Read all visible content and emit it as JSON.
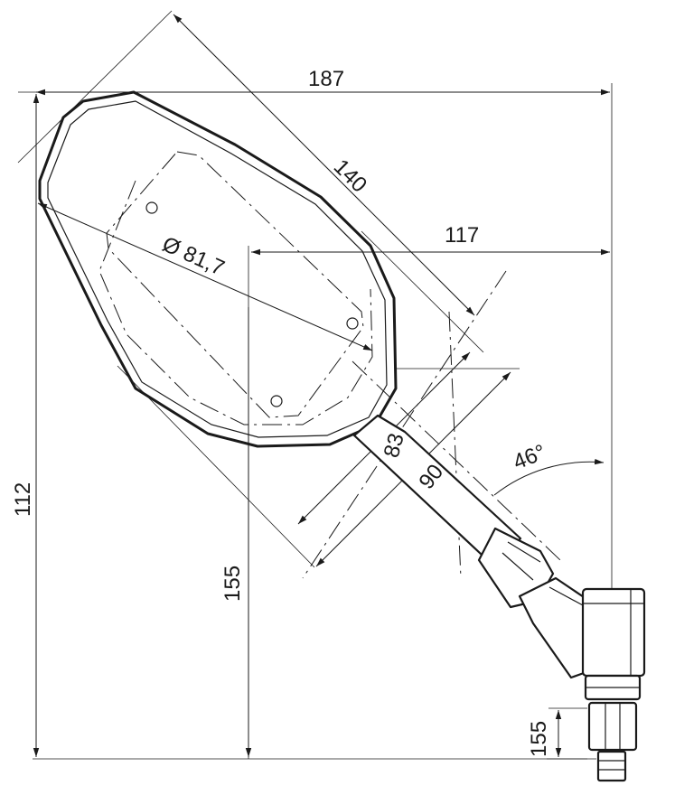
{
  "dimensions": {
    "total_width": "187",
    "mirror_length": "140",
    "lens_diameter": "Ø 81,7",
    "pivot_offset": "117",
    "arm_inner": "83",
    "arm_outer": "90",
    "arm_angle": "46°",
    "total_height": "112",
    "pivot_height": "155",
    "bolt_length": "155"
  }
}
